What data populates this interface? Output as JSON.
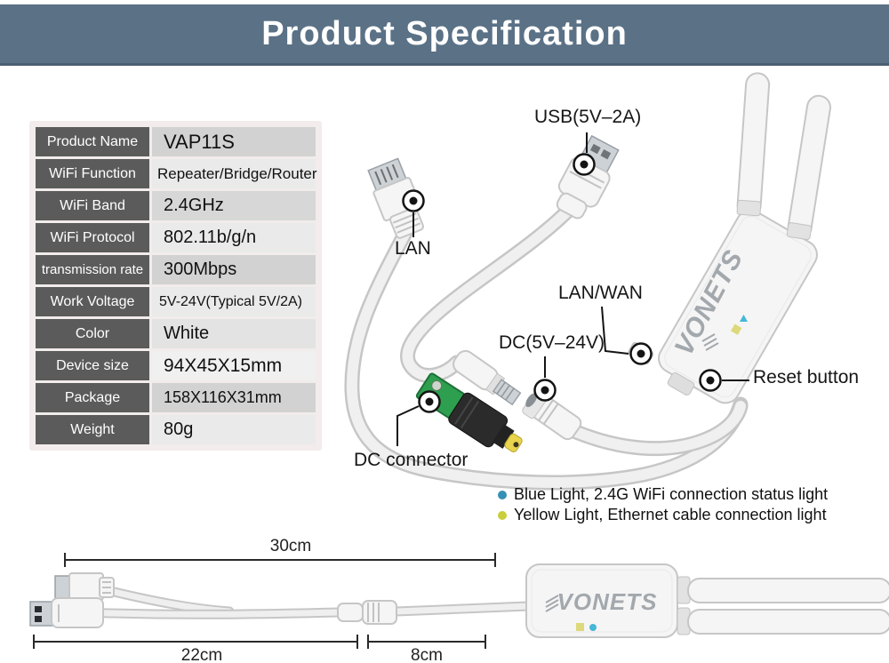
{
  "header": {
    "title": "Product Specification"
  },
  "spec_table": {
    "rows": [
      {
        "label": "Product Name",
        "value": "VAP11S"
      },
      {
        "label": "WiFi Function",
        "value": "Repeater/Bridge/Router"
      },
      {
        "label": "WiFi Band",
        "value": "2.4GHz"
      },
      {
        "label": "WiFi Protocol",
        "value": "802.11b/g/n"
      },
      {
        "label": "transmission rate",
        "value": "300Mbps"
      },
      {
        "label": "Work Voltage",
        "value": "5V-24V(Typical 5V/2A)"
      },
      {
        "label": "Color",
        "value": "White"
      },
      {
        "label": "Device size",
        "value": "94X45X15mm"
      },
      {
        "label": "Package",
        "value": "158X116X31mm"
      },
      {
        "label": "Weight",
        "value": "80g"
      }
    ]
  },
  "photo": {
    "brand": "VONETS",
    "callouts": {
      "usb": "USB(5V–2A)",
      "lan": "LAN",
      "lan_wan": "LAN/WAN",
      "dc": "DC(5V–24V)",
      "reset": "Reset button",
      "dc_connector": "DC connector"
    }
  },
  "legend": {
    "items": [
      {
        "color": "#3590b5",
        "label": "Blue Light, 2.4G WiFi connection status light"
      },
      {
        "color": "#c9cf3a",
        "label": "Yellow Light, Ethernet cable connection light"
      }
    ]
  },
  "dimensions": {
    "overall": "30cm",
    "usb_section": "22cm",
    "dc_section": "8cm"
  },
  "colors": {
    "header_bg": "#5a7186",
    "table_label_bg": "#5b5b5b",
    "led_blue": "#45b8d8",
    "led_yellow": "#ddd97a",
    "dc_tip_yellow": "#e8d44d",
    "terminal_green": "#2e9e4f"
  }
}
